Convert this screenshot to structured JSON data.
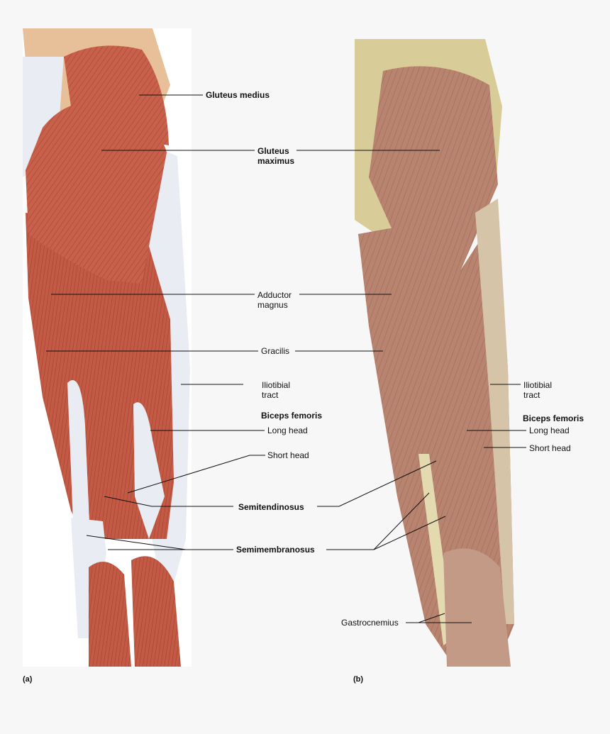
{
  "labels": {
    "gluteus_medius": "Gluteus medius",
    "gluteus_maximus": "Gluteus\nmaximus",
    "adductor_magnus": "Adductor\nmagnus",
    "gracilis": "Gracilis",
    "iliotibial_a": "Iliotibial\ntract",
    "iliotibial_b": "Iliotibial\ntract",
    "biceps_femoris_a": "Biceps femoris",
    "biceps_femoris_b": "Biceps femoris",
    "long_head_a": "Long head",
    "long_head_b": "Long head",
    "short_head_a": "Short head",
    "short_head_b": "Short head",
    "semitendinosus": "Semitendinosus",
    "semimembranosus": "Semimembranosus",
    "gastrocnemius": "Gastrocnemius"
  },
  "panels": {
    "a": "(a)",
    "b": "(b)"
  },
  "colors": {
    "muscle": "#c8614c",
    "muscle_dark": "#a8432f",
    "tendon": "#e9ecf2",
    "cadaver": "#b88470",
    "cadaver_fat": "#d8cc98",
    "leader": "#111111"
  }
}
